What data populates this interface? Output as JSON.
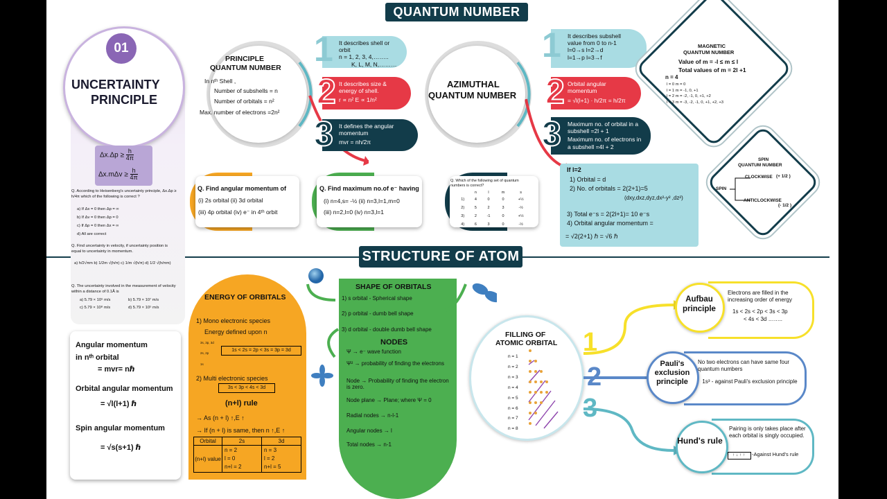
{
  "header": {
    "title": "QUANTUM NUMBER"
  },
  "section2": {
    "title": "STRUCTURE OF ATOM"
  },
  "uncertainty": {
    "number": "01",
    "title_line1": "UNCERTAINTY",
    "title_line2": "PRINCIPLE",
    "formula1": "Δx.Δp ≥",
    "formula1_num": "h",
    "formula1_den": "4π",
    "formula2": "Δx.mΔv ≥",
    "formula2_num": "h",
    "formula2_den": "4π",
    "q1": "Q. According to Heisenberg's uncertainty principle, Δx.Δp ≥ h/4π which of the following is correct ?",
    "q1_opts": [
      "a) If Δx = 0 then  Δp = ∞",
      "b) If Δv = 0 then  Δp = 0",
      "c) If Δp = 0 then  Δx = ∞",
      "d) All are correct"
    ],
    "q2": "Q. Find uncertainty in velocity, if uncertainty position is equal to uncertainty in momentum.",
    "q2_opts": "a) h/2√πm  b) 1/2m √(h/π)  c) 1/m √(h/π)  d) 1/2 √(h/πm)",
    "q3": "Q. The uncertainty involved in the measurement of velocity within a distance of 0.1Å is",
    "q3_opts": [
      "a) 5.79 × 10⁶ m/s",
      "b) 5.79 × 10⁷ m/s",
      "c) 5.79 × 10⁸ m/s",
      "d) 5.79 × 10⁵ m/s"
    ]
  },
  "angular": {
    "l1": "Angular momentum",
    "l2": "in nᵗʰ orbital",
    "l3": "= mvr= nℏ",
    "l4": "Orbital angular momentum",
    "l5": "= √l(l+1) ℏ",
    "l6": "Spin angular momentum",
    "l7": "= √s(s+1) ℏ"
  },
  "principle": {
    "title1": "PRINCIPLE",
    "title2": "QUANTUM NUMBER",
    "lines": [
      "In nᵗʰ Shell ,",
      "Number of subshells = n",
      "Number of orbitals = n²",
      "Max. number of electrons =2n²"
    ],
    "p1": "It describes shell or orbit",
    "p1b": "n = 1, 2, 3, 4,……..",
    "p1c": "K, L, M, N,………",
    "p2": "It describes size & energy of shell.",
    "p2b": "r ∝ n²      E ∝ 1/n²",
    "p3": "It defines the angular momentum",
    "p3b": "mvr = nh/2π",
    "n1": "1",
    "n2": "2",
    "n3": "3"
  },
  "azimuthal": {
    "title1": "AZIMUTHAL",
    "title2": "QUANTUM NUMBER",
    "p1": "It describes subshell",
    "p1b": "value from 0 to n-1",
    "p1c": "l=0→s      l=2→d",
    "p1d": "l=1→p      l=3→f",
    "p2": "Orbital angular momentum",
    "p2b": "= √l(l+1) · h/2π = h/2π",
    "p3": "Maximum no. of orbital in a subshell  =2l + 1",
    "p3b": "Maximum no. of electrons in a subshell =4l + 2",
    "n1": "1",
    "n2": "2",
    "n3": "3"
  },
  "magnetic": {
    "title1": "MAGNETIC",
    "title2": "QUANTUM NUMBER",
    "l1": "Value of m = -l ≤ m ≤ l",
    "l2": "Total values of m = 2l +1",
    "l3": "n = 4",
    "rows": [
      "l = 0   m = 0",
      "l = 1   m = -1, 0, +1",
      "l = 2   m = -2, -1, 0, +1, +2",
      "l = 3   m = -3, -2, -1, 0, +1, +2, +3"
    ]
  },
  "spin": {
    "title1": "SPIN",
    "title2": "QUANTUM NUMBER",
    "spin": "SPIN",
    "cw": "CLOCKWISE",
    "cw_val": "(+ 1/2 )",
    "acw": "ANTICLOCKWISE",
    "acw_val": "(- 1/2 )"
  },
  "questions": {
    "q1_title": "Q.  Find angular momentum of",
    "q1_a": "(i) 2s orbital     (ii) 3d orbital",
    "q1_b": "(iii) 4p orbital  (iv) e⁻ in 4ᵗʰ orbit",
    "q2_title": "Q.  Find maximum no.of e⁻ having",
    "q2_a": "(i) n=4,s= -½     (ii) n=3,l=1,m=0",
    "q2_b": "(iii) n=2,l=0       (iv) n=3,l=1",
    "q3_title": "Q.  Which of the following set of quantum numbers is correct?",
    "q3_head": [
      "n",
      "l",
      "m",
      "s"
    ],
    "q3_rows": [
      [
        "1)",
        "4",
        "0",
        "0",
        "+½"
      ],
      [
        "2)",
        "5",
        "2",
        "3",
        "-½"
      ],
      [
        "3)",
        "2",
        "-1",
        "0",
        "+½"
      ],
      [
        "4)",
        "6",
        "3",
        "0",
        "-½"
      ]
    ]
  },
  "ifl2": {
    "l1": "If l=2",
    "l2": "1) Orbital = d",
    "l3": "2) No. of orbitals = 2(2+1)=5",
    "l4": "(dxy,dxz,dyz,dx²-y²  ,dz²)",
    "l5": "3) Total e⁻s  = 2(2l+1)= 10 e⁻s",
    "l6": "4) Orbital angular momentum =",
    "l7": "= √2(2+1) ℏ  = √6 ℏ"
  },
  "energy": {
    "title": "ENERGY OF ORBITALS",
    "l1": "1) Mono electronic species",
    "l2": "Energy defined upon n",
    "seq1": "1s < 2s = 2p < 3s = 3p = 3d",
    "l3": "2) Multi electronic species",
    "seq2": "3s < 3p < 4s < 3d",
    "rule": "(n+l) rule",
    "r1": "→ As (n + l) ↑,E ↑",
    "r2": "→ If (n + l) is same, then n ↑,E ↑",
    "table_head": [
      "Orbital",
      "2s",
      "3d"
    ],
    "table_left": "(n+l) value",
    "table_2s": [
      "n = 2",
      "l = 0",
      "n+l = 2"
    ],
    "table_3d": [
      "n = 3",
      "l = 2",
      "n+l = 5"
    ],
    "levels": [
      "3s, 3p, 3d",
      "2s, 2p",
      "1s"
    ]
  },
  "shape": {
    "title": "SHAPE OF ORBITALS",
    "l1": "1) s orbital  - Spherical shape",
    "l2": "2) p orbital  - dumb bell shape",
    "l3": "3) d orbital  - double dumb bell shape",
    "nodes": "NODES",
    "n1": "Ψ → e⁻ wave function",
    "n2": "Ψ² → probability  of finding the electrons",
    "n3": "Node → Probability of finding the electron is zero.",
    "n4": "Node plane → Plane; where Ψ = 0",
    "n5": "Radial nodes → n-l-1",
    "n6": "Angular nodes → l",
    "n7": "Total nodes  → n-1"
  },
  "filling": {
    "title1": "FILLING OF",
    "title2": "ATOMIC ORBITAL",
    "levels": [
      "n = 1",
      "n = 2",
      "n = 3",
      "n = 4",
      "n = 5",
      "n = 6",
      "n = 7",
      "n = 8"
    ]
  },
  "rules": {
    "n1": "1",
    "n2": "2",
    "n3": "3",
    "aufbau": "Aufbau principle",
    "aufbau_text": "Electrons are filled in the increasing order of energy",
    "aufbau_seq1": "1s < 2s < 2p < 3s < 3p",
    "aufbau_seq2": "< 4s < 3d ……..",
    "pauli": "Pauli's exclusion principle",
    "pauli_text": "No two electrons can have same four quantum numbers",
    "pauli_text2": "1s³ - against Pauli's exclusion principle",
    "hund": "Hund's rule",
    "hund_text": "Pairing is only takes place after each orbital is singly occupied.",
    "hund_text2": "-Against Hund's rule"
  },
  "colors": {
    "navy": "#123c4a",
    "teal": "#5fb8c4",
    "red": "#e63946",
    "orange": "#f6a623",
    "green": "#4caf50",
    "yellow": "#f7e02a",
    "blue": "#5a88c8",
    "lavender": "#c8b6dc"
  }
}
